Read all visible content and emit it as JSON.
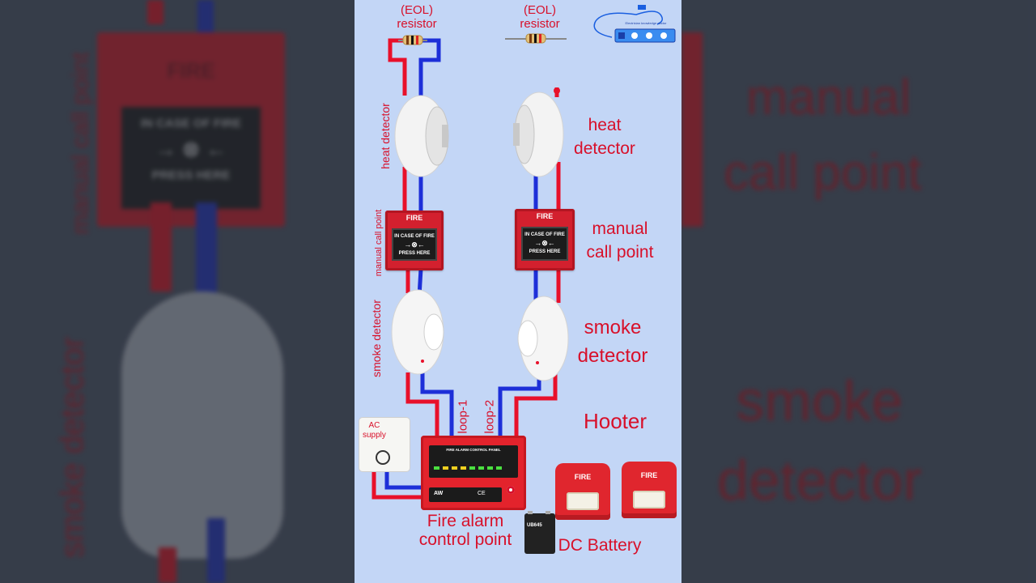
{
  "eol": {
    "label_line1": "(EOL)",
    "label_line2": "resistor"
  },
  "labels": {
    "heat_detector_vertical": "heat detector",
    "manual_call_point_vertical": "manual call point",
    "smoke_detector_vertical": "smoke detector",
    "heat_line1": "heat",
    "heat_line2": "detector",
    "mcp_line1": "manual",
    "mcp_line2": "call point",
    "smoke_line1": "smoke",
    "smoke_line2": "detector",
    "hooter": "Hooter",
    "loop1": "loop-1",
    "loop2": "loop-2",
    "ac_line1": "AC",
    "ac_line2": "supply",
    "panel_line1": "Fire alarm",
    "panel_line2": "control point",
    "battery": "DC Battery"
  },
  "device_text": {
    "mcp_fire": "FIRE",
    "mcp_line1": "IN CASE OF FIRE",
    "mcp_line2": "PRESS HERE",
    "hooter_fire": "FIRE",
    "panel_title": "FIRE ALARM CONTROL PANEL",
    "panel_brand": "AW",
    "panel_ce": "CE",
    "battery_model": "UB645",
    "logo_text": "Electrician knowledge doctor"
  },
  "background_text": {
    "left_vertical_1": "manual call point",
    "left_vertical_2": "smoke detector",
    "right_1_line1": "manual",
    "right_1_line2": "call point",
    "right_2_line1": "smoke",
    "right_2_line2": "detector",
    "fire": "FIRE",
    "in_case": "IN CASE OF FIRE",
    "press_here": "PRESS HERE"
  },
  "colors": {
    "positive": "#e8102a",
    "negative": "#1d2fd8",
    "label": "#d8102a",
    "background": "#c3d6f6"
  }
}
